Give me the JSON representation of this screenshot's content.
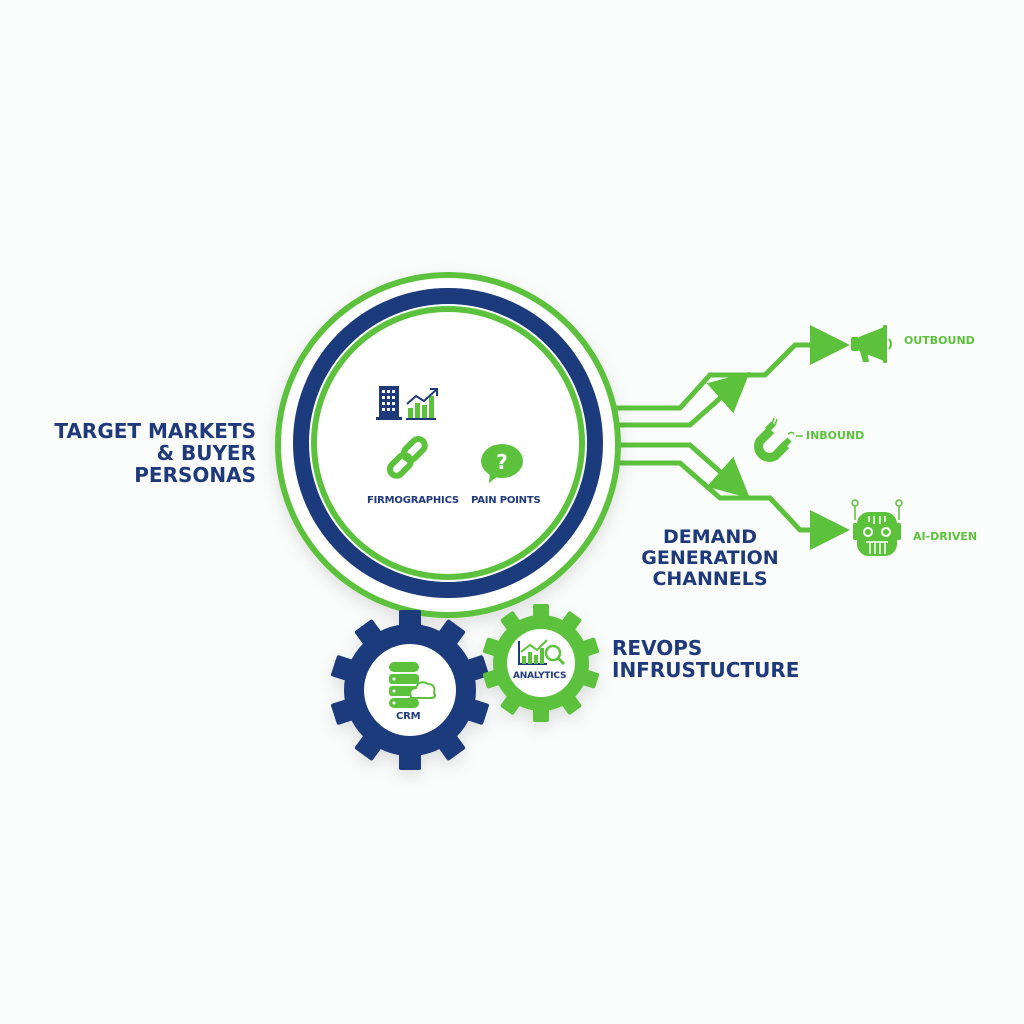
{
  "colors": {
    "navy": "#1e3a7b",
    "green": "#5cc23c",
    "background": "#fbfcfc"
  },
  "target": {
    "title_line1": "TARGET MARKETS",
    "title_line2": "& BUYER PERSONAS",
    "items": [
      {
        "label": "FIRMOGRAPHICS",
        "icon": "link-icon"
      },
      {
        "label": "PAIN POINTS",
        "icon": "question-bubble-icon"
      }
    ],
    "header_icon": "building-growth-chart-icon"
  },
  "demand": {
    "title_line1": "DEMAND",
    "title_line2": "GENERATION",
    "title_line3": "CHANNELS",
    "channels": [
      {
        "label": "OUTBOUND",
        "icon": "megaphone-icon"
      },
      {
        "label": "INBOUND",
        "icon": "magnet-icon"
      },
      {
        "label": "AI-DRIVEN",
        "icon": "robot-icon"
      }
    ]
  },
  "revops": {
    "title_line1": "REVOPS",
    "title_line2": "INFRUSTUCTURE",
    "gears": [
      {
        "label": "CRM",
        "icon": "database-cloud-icon"
      },
      {
        "label": "ANALYTICS",
        "icon": "analytics-magnifier-icon"
      }
    ]
  }
}
